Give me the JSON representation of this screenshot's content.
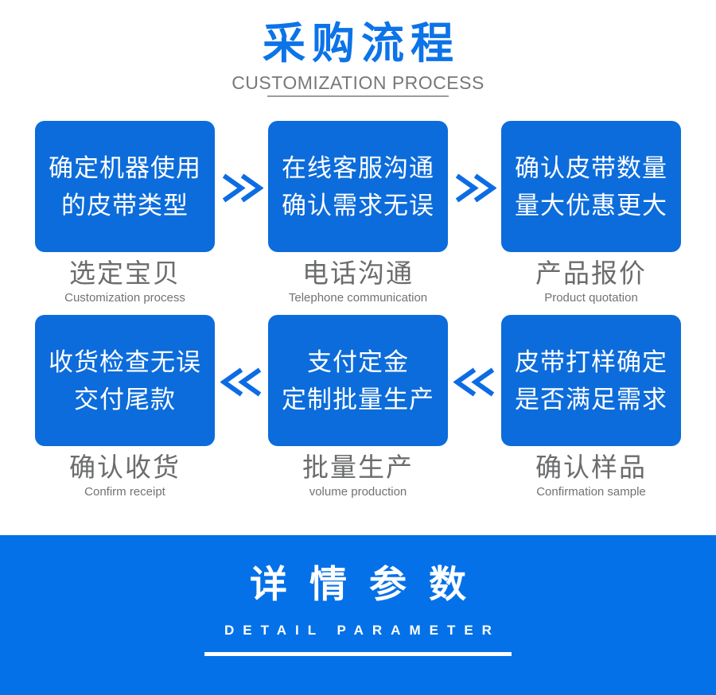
{
  "header": {
    "title": "采购流程",
    "subtitle": "CUSTOMIZATION PROCESS"
  },
  "steps": [
    {
      "box_line1": "确定机器使用",
      "box_line2": "的皮带类型",
      "caption_zh": "选定宝贝",
      "caption_en": "Customization process"
    },
    {
      "box_line1": "在线客服沟通",
      "box_line2": "确认需求无误",
      "caption_zh": "电话沟通",
      "caption_en": "Telephone communication"
    },
    {
      "box_line1": "确认皮带数量",
      "box_line2": "量大优惠更大",
      "caption_zh": "产品报价",
      "caption_en": "Product quotation"
    },
    {
      "box_line1": "收货检查无误",
      "box_line2": "交付尾款",
      "caption_zh": "确认收货",
      "caption_en": "Confirm receipt"
    },
    {
      "box_line1": "支付定金",
      "box_line2": "定制批量生产",
      "caption_zh": "批量生产",
      "caption_en": "volume production"
    },
    {
      "box_line1": "皮带打样确定",
      "box_line2": "是否满足需求",
      "caption_zh": "确认样品",
      "caption_en": "Confirmation sample"
    }
  ],
  "icons": {
    "row1_arrow": "double-chevron-right",
    "row2_arrow": "double-chevron-left"
  },
  "footer": {
    "title": "详情参数",
    "subtitle": "DETAIL PARAMETER"
  },
  "colors": {
    "step_box_blue": "#0c6cdb",
    "banner_blue": "#0471e8",
    "title_blue": "#0c73e8",
    "arrow_blue": "#0d6ce4",
    "caption_gray": "#6b6c6e",
    "subtitle_gray": "#77787a",
    "rule_gray": "#9c9c9c",
    "text_white": "#ffffff"
  }
}
